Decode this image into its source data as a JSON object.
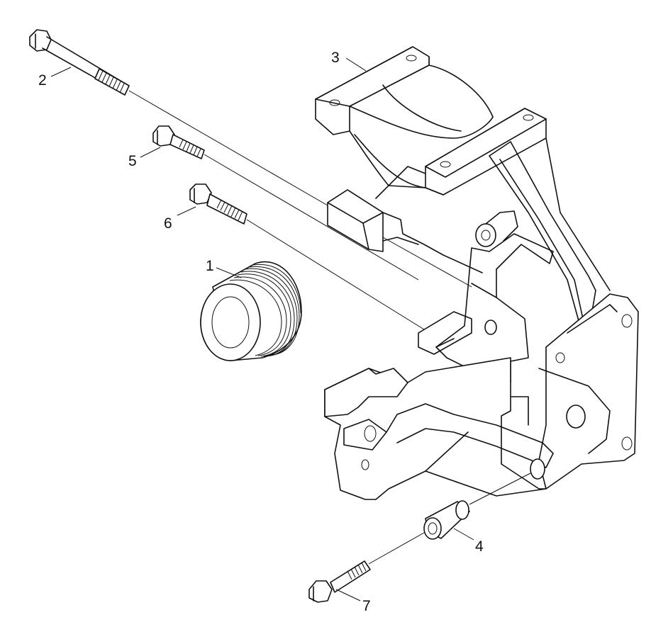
{
  "callouts": [
    {
      "id": "1"
    },
    {
      "id": "2"
    },
    {
      "id": "3"
    },
    {
      "id": "4"
    },
    {
      "id": "5"
    },
    {
      "id": "6"
    },
    {
      "id": "7"
    }
  ],
  "labels": {
    "c1": "1",
    "c2": "2",
    "c3": "3",
    "c4": "4",
    "c5": "5",
    "c6": "6",
    "c7": "7"
  }
}
